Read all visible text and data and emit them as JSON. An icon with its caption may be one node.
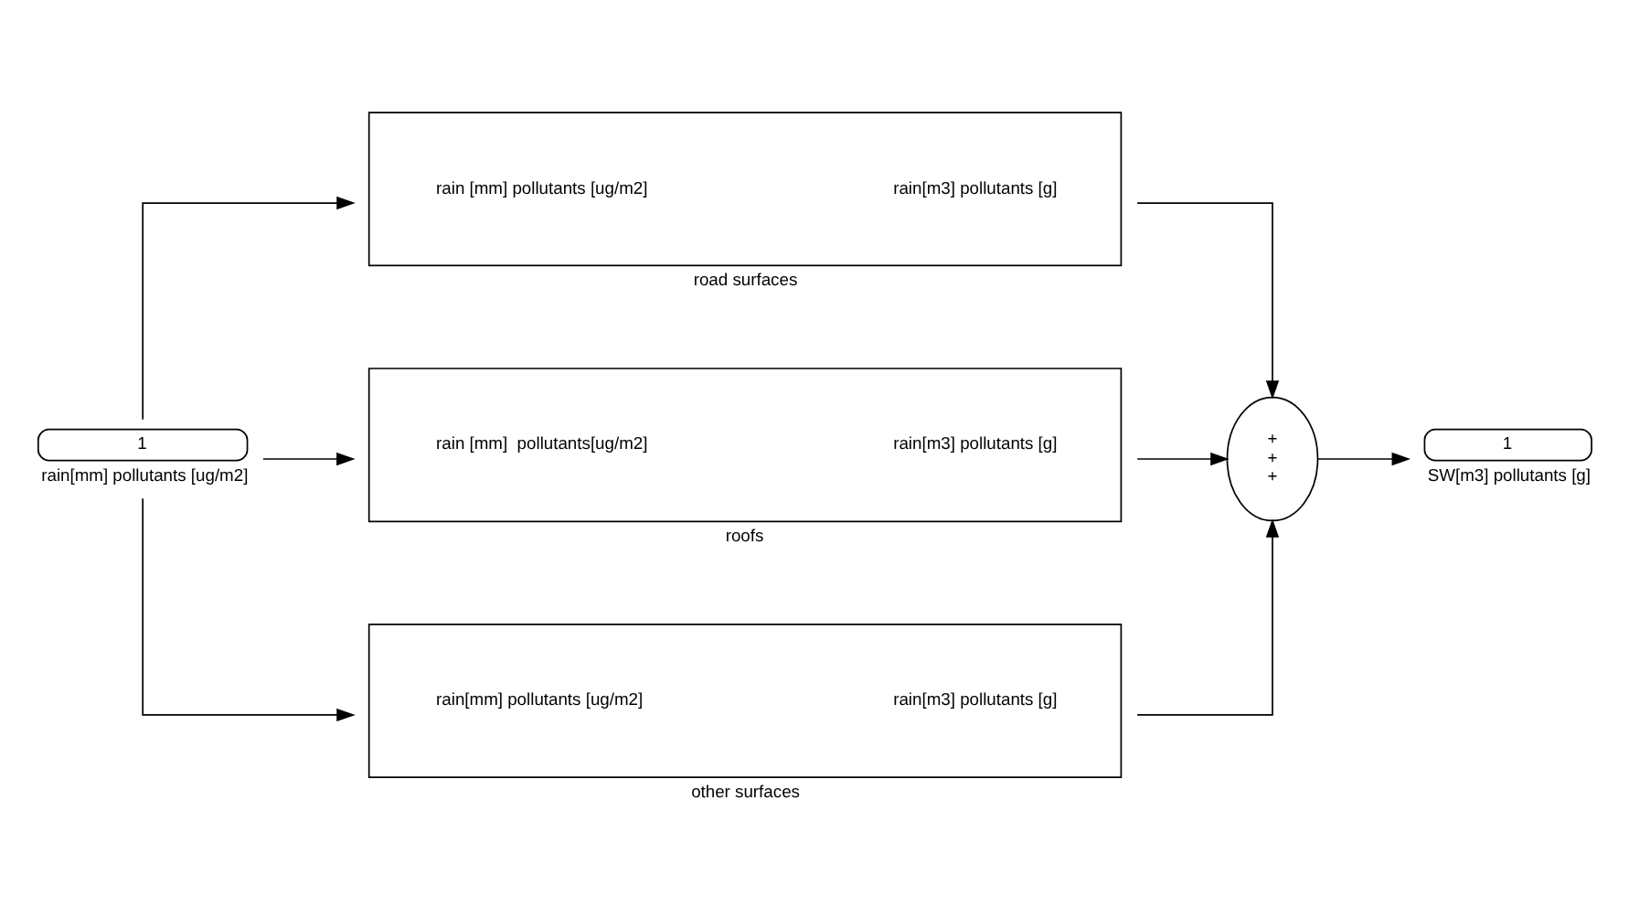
{
  "diagram": {
    "nodes": [
      {
        "text": [
          "1"
        ],
        "beside": [
          "rain[mm] pollutants [ug/m2]"
        ]
      },
      {
        "text": [
          "rain [mm] pollutants [ug/m2]",
          "rain[m3] pollutants [g]"
        ],
        "beside": [
          "road surfaces"
        ]
      },
      {
        "text": [
          "rain [mm]  pollutants[ug/m2]",
          "rain[m3] pollutants [g]"
        ],
        "beside": [
          "roofs"
        ]
      },
      {
        "text": [
          "rain[mm] pollutants [ug/m2]",
          "rain[m3] pollutants [g]"
        ],
        "beside": [
          "other surfaces"
        ]
      },
      {
        "text": [
          "+",
          "+",
          "+"
        ]
      },
      {
        "text": [
          "1"
        ],
        "beside": [
          "SW[m3] pollutants [g]"
        ]
      }
    ],
    "edges": [
      {
        "from": 0,
        "to": 1,
        "arrow": "to"
      },
      {
        "from": 0,
        "to": 2,
        "arrow": "to"
      },
      {
        "from": 0,
        "to": 3,
        "arrow": "to"
      },
      {
        "from": 1,
        "to": 4,
        "arrow": "to"
      },
      {
        "from": 2,
        "to": 4,
        "arrow": "to"
      },
      {
        "from": 3,
        "to": 4,
        "arrow": "to"
      },
      {
        "from": 4,
        "to": 5,
        "arrow": "to"
      }
    ]
  }
}
